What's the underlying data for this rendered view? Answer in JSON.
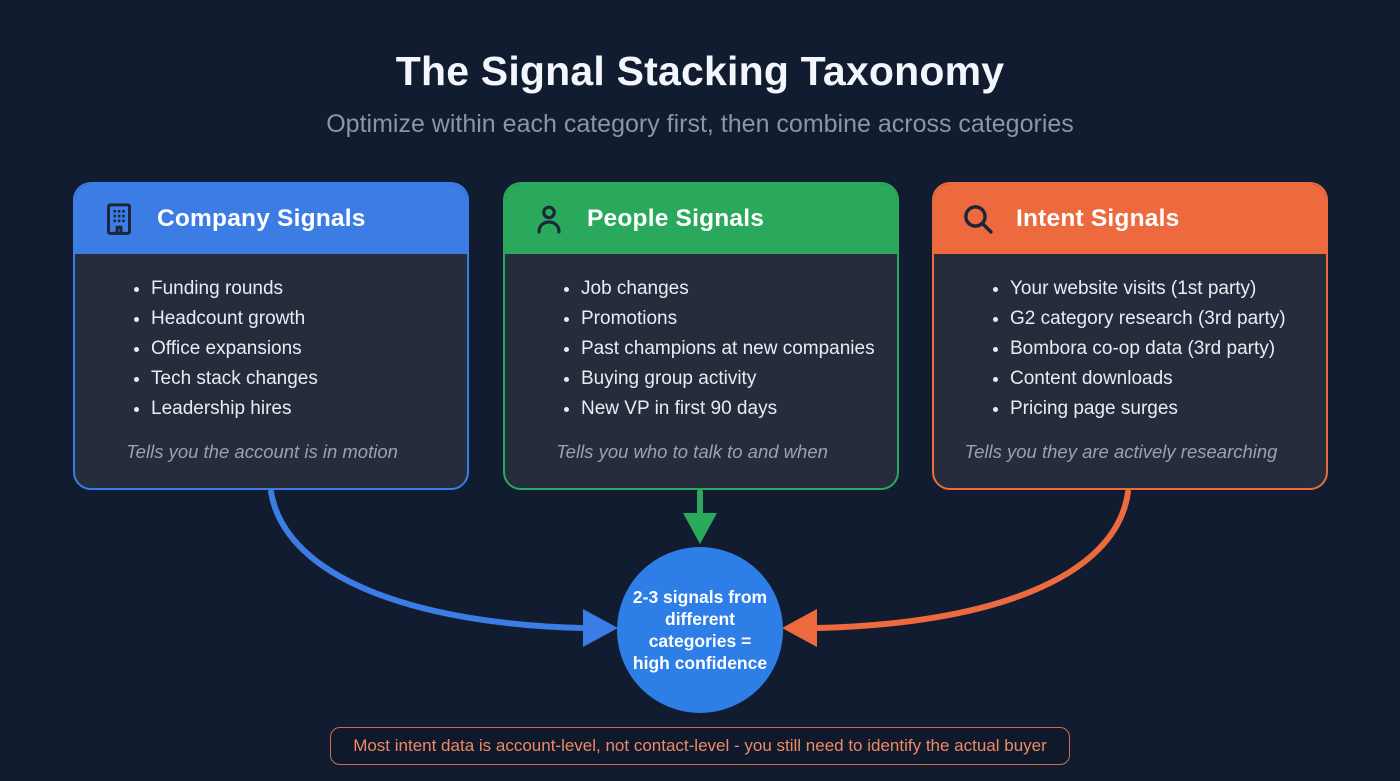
{
  "page": {
    "title": "The Signal Stacking Taxonomy",
    "subtitle": "Optimize within each category first, then combine across categories"
  },
  "cards": [
    {
      "title": "Company Signals",
      "icon": "building-icon",
      "accent": "#3b7ce5",
      "items": [
        "Funding rounds",
        "Headcount growth",
        "Office expansions",
        "Tech stack changes",
        "Leadership hires"
      ],
      "footnote": "Tells you the account is in motion"
    },
    {
      "title": "People Signals",
      "icon": "person-icon",
      "accent": "#2aa95d",
      "items": [
        "Job changes",
        "Promotions",
        "Past champions at new companies",
        "Buying group activity",
        "New VP in first 90 days"
      ],
      "footnote": "Tells you who to talk to and when"
    },
    {
      "title": "Intent Signals",
      "icon": "search-icon",
      "accent": "#ed6a3f",
      "items": [
        "Your website visits (1st party)",
        "G2 category research (3rd party)",
        "Bombora co-op data (3rd party)",
        "Content downloads",
        "Pricing page surges"
      ],
      "footnote": "Tells you they are actively researching"
    }
  ],
  "center_node": {
    "label": "2-3 signals from different categories = high confidence",
    "color": "#2e7ee8"
  },
  "footer_note": {
    "text": "Most intent data is account-level, not contact-level - you still need to identify the actual buyer",
    "text_color": "#ec8a66",
    "border_color": "#cf6a48"
  },
  "colors": {
    "background": "#121c30",
    "card_body": "#252d3c",
    "company_accent": "#3b7ce5",
    "people_accent": "#2aa95d",
    "intent_accent": "#ed6a3f",
    "title_text": "#f3f6fa",
    "subtitle_text": "#8b95a7",
    "bullet_text": "#e9edf2",
    "footnote_text": "#99a2b3"
  }
}
